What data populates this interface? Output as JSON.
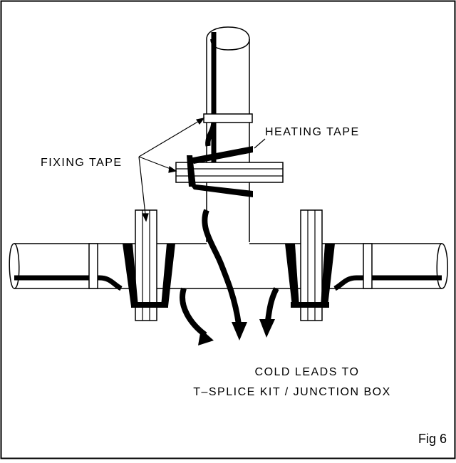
{
  "labels": {
    "heating_tape": "HEATING TAPE",
    "fixing_tape": "FIXING TAPE",
    "cold_leads_line1": "COLD LEADS TO",
    "cold_leads_line2": "T–SPLICE KIT / JUNCTION BOX",
    "figure": "Fig 6"
  },
  "colors": {
    "line": "#000000",
    "background": "#ffffff"
  }
}
